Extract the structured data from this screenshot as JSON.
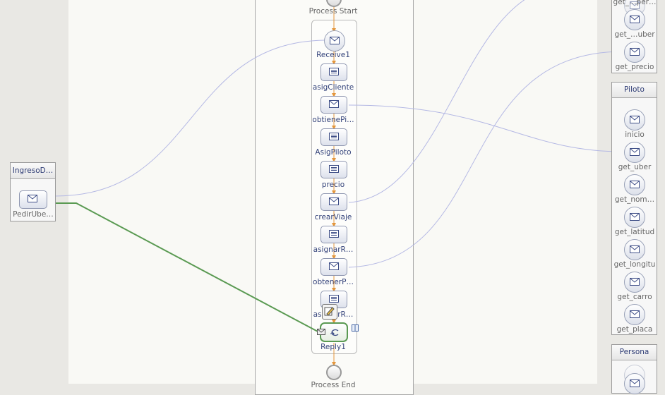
{
  "colors": {
    "canvas": "#f9f9f5",
    "partner_link_wire": "#b4b8e4",
    "flow_arrow": "#e4963c",
    "reply_wire": "#5a9a52",
    "activity_label": "#33427a"
  },
  "process": {
    "start_label": "Process Start",
    "end_label": "Process End",
    "activities": [
      {
        "label": "Receive1",
        "icon": "receive-envelope-icon"
      },
      {
        "label": "asigCliente",
        "icon": "assign-icon"
      },
      {
        "label": "obtienePi…",
        "icon": "invoke-envelope-icon"
      },
      {
        "label": "AsigPiloto",
        "icon": "assign-icon"
      },
      {
        "label": "precio",
        "icon": "assign-icon"
      },
      {
        "label": "crearViaje",
        "icon": "invoke-envelope-icon"
      },
      {
        "label": "asignarR…",
        "icon": "assign-icon"
      },
      {
        "label": "obtenerP…",
        "icon": "invoke-envelope-icon"
      },
      {
        "label": "asignarR…",
        "icon": "assign-icon"
      },
      {
        "label": "Reply1",
        "icon": "reply-icon"
      }
    ]
  },
  "left_partner": {
    "title": "IngresoD…",
    "operation": "PedirUbe…"
  },
  "right_partners": [
    {
      "title": "",
      "operations": [
        "get_…per…",
        "get_…uber",
        "get_precio"
      ]
    },
    {
      "title": "Piloto",
      "operations": [
        "inicio",
        "get_uber",
        "get_nom…",
        "get_latitud",
        "get_longitu",
        "get_carro",
        "get_placa"
      ]
    },
    {
      "title": "Persona",
      "operations": []
    }
  ]
}
